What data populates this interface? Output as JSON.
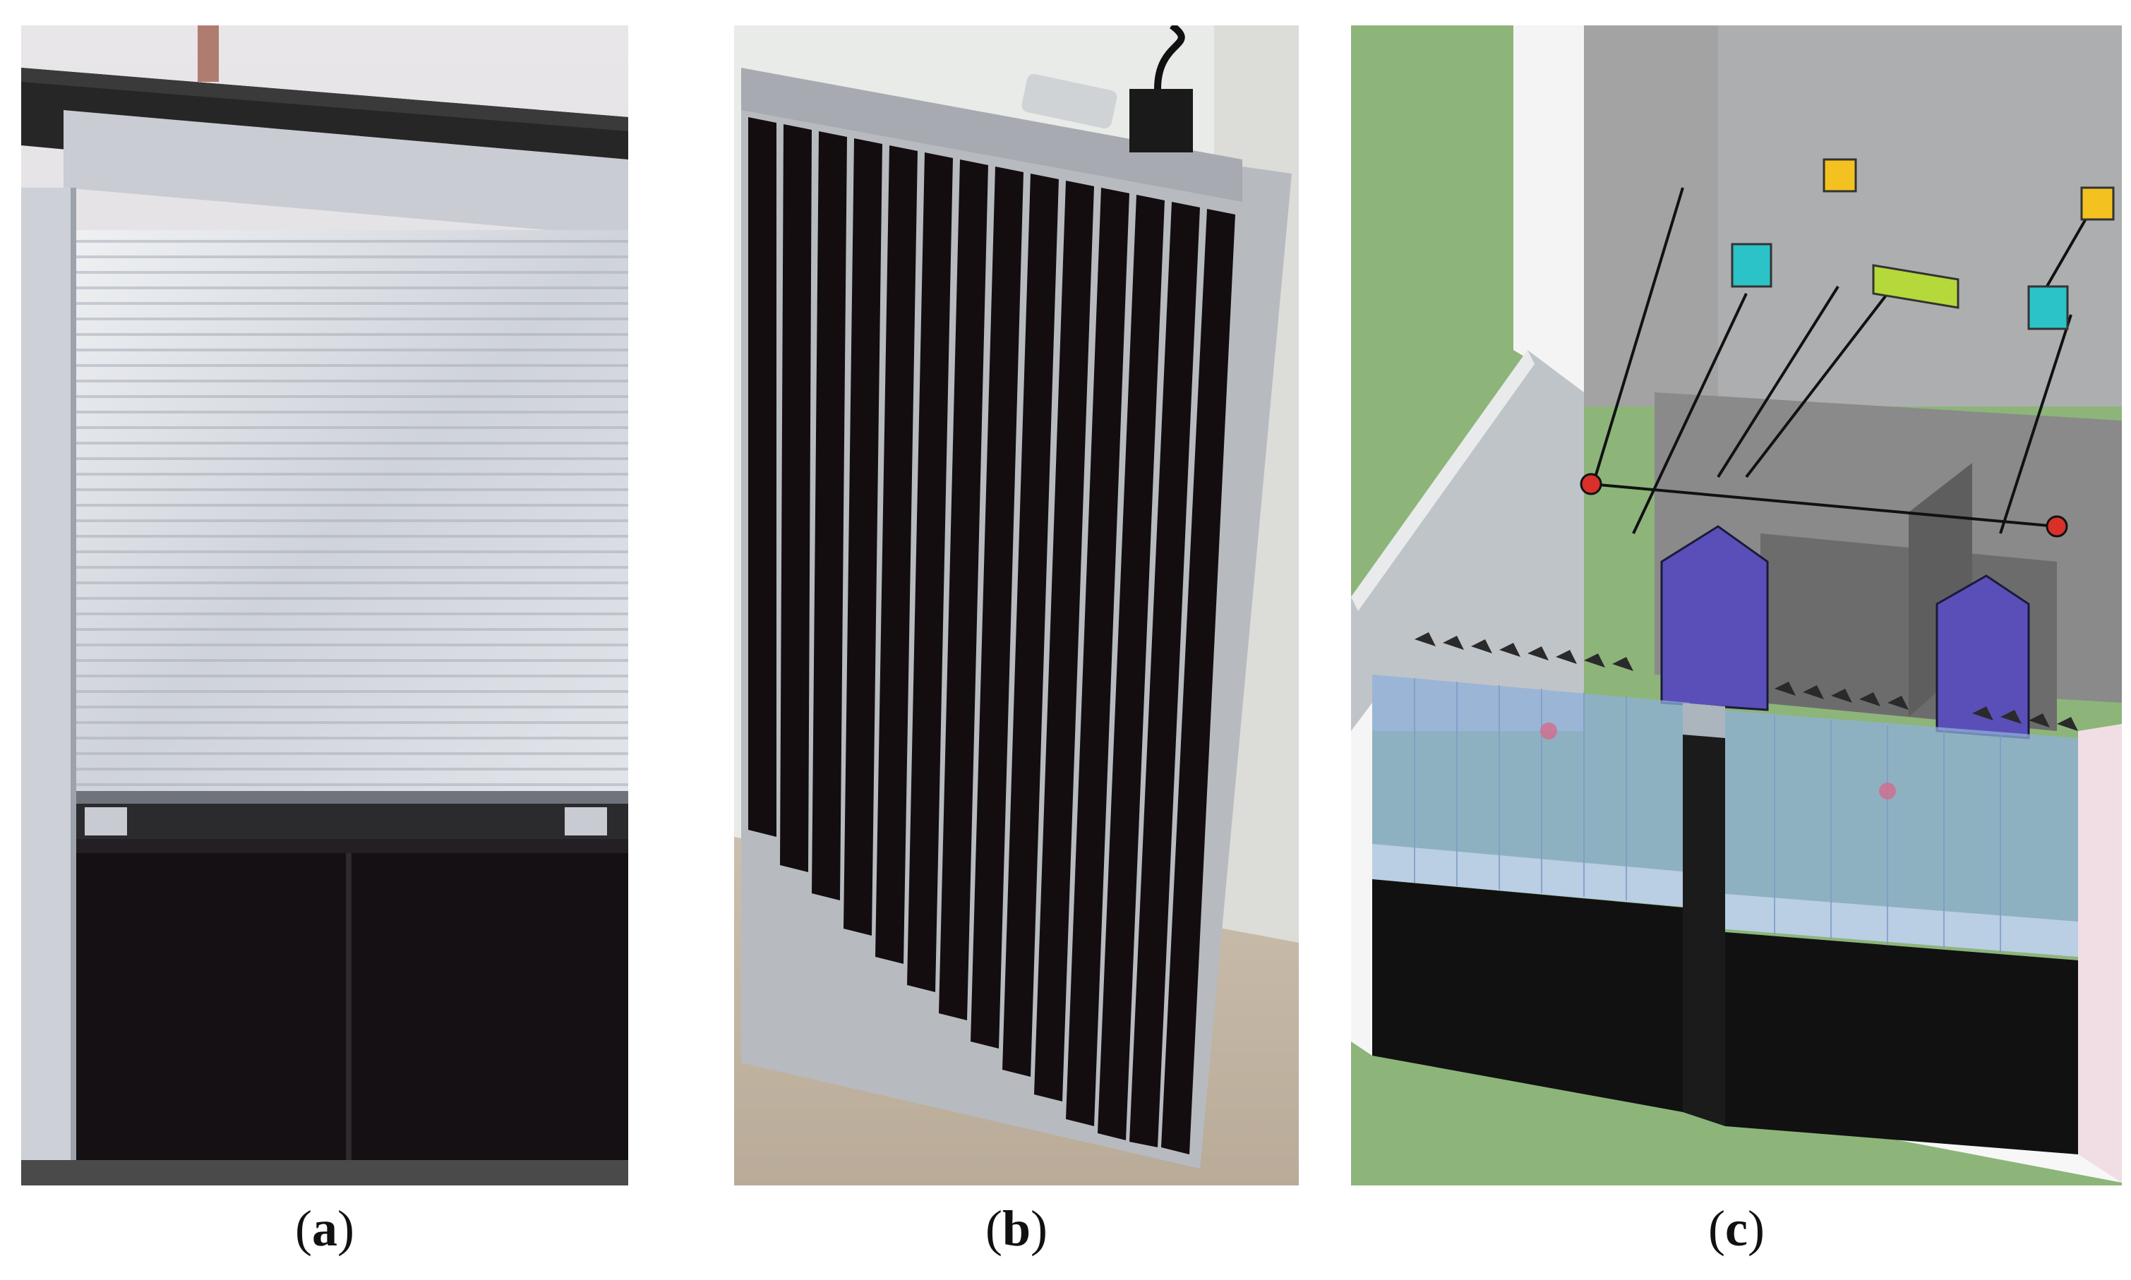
{
  "figure": {
    "panels": [
      {
        "id": "a",
        "caption": "(a)"
      },
      {
        "id": "b",
        "caption": "(b)"
      },
      {
        "id": "c",
        "caption": "(c)"
      }
    ]
  },
  "colors": {
    "shutter_silver": "#d9dde3",
    "dark_panel": "#141014",
    "violet_box": "#5a4fb8",
    "cyan_box": "#2bc3c8",
    "yellow_box": "#f3c220",
    "lime_box": "#b5d93a",
    "sky_green": "#8db57a"
  }
}
